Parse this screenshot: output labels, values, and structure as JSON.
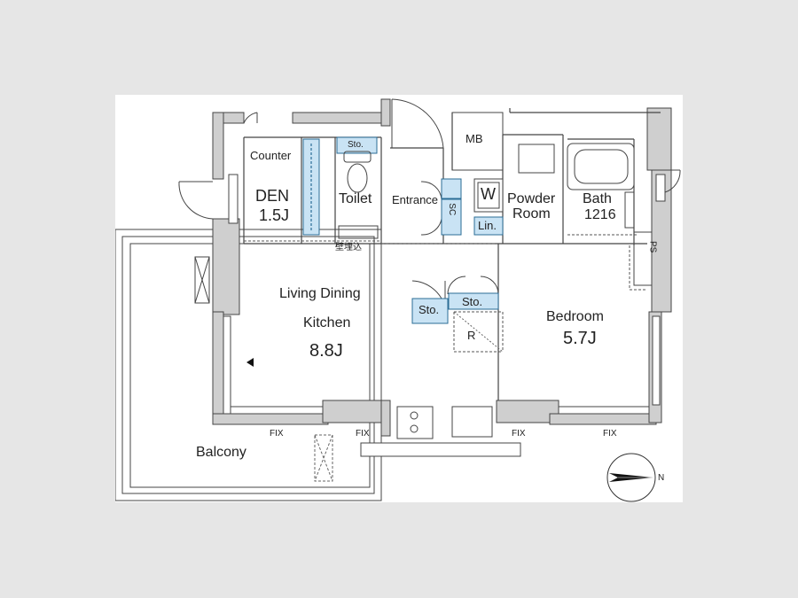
{
  "rooms": {
    "den": {
      "name": "DEN",
      "size": "1.5J"
    },
    "counter": "Counter",
    "toilet": "Toilet",
    "toilet_storage": "Sto.",
    "wall_recess": "壁埋込",
    "entrance": "Entrance",
    "shoe_closet": "SC",
    "meter_box": "MB",
    "washer": "W",
    "linen": "Lin.",
    "powder_room": {
      "line1": "Powder",
      "line2": "Room"
    },
    "bath": {
      "name": "Bath",
      "size": "1216"
    },
    "pipe_space": "PS",
    "ldk": {
      "line1": "Living Dining",
      "line2": "Kitchen",
      "size": "8.8J"
    },
    "storage_1": "Sto.",
    "storage_2": "Sto.",
    "refrigerator": "R",
    "bedroom": {
      "name": "Bedroom",
      "size": "5.7J"
    },
    "balcony": "Balcony"
  },
  "fix_labels": [
    "FIX",
    "FIX",
    "FIX",
    "FIX"
  ],
  "compass": {
    "direction": "N"
  },
  "colors": {
    "wall": "#cfcfcf",
    "wall_stroke": "#444444",
    "storage_fill": "#c9e3f4",
    "storage_stroke": "#2b6d96",
    "background": "#e6e6e6"
  }
}
